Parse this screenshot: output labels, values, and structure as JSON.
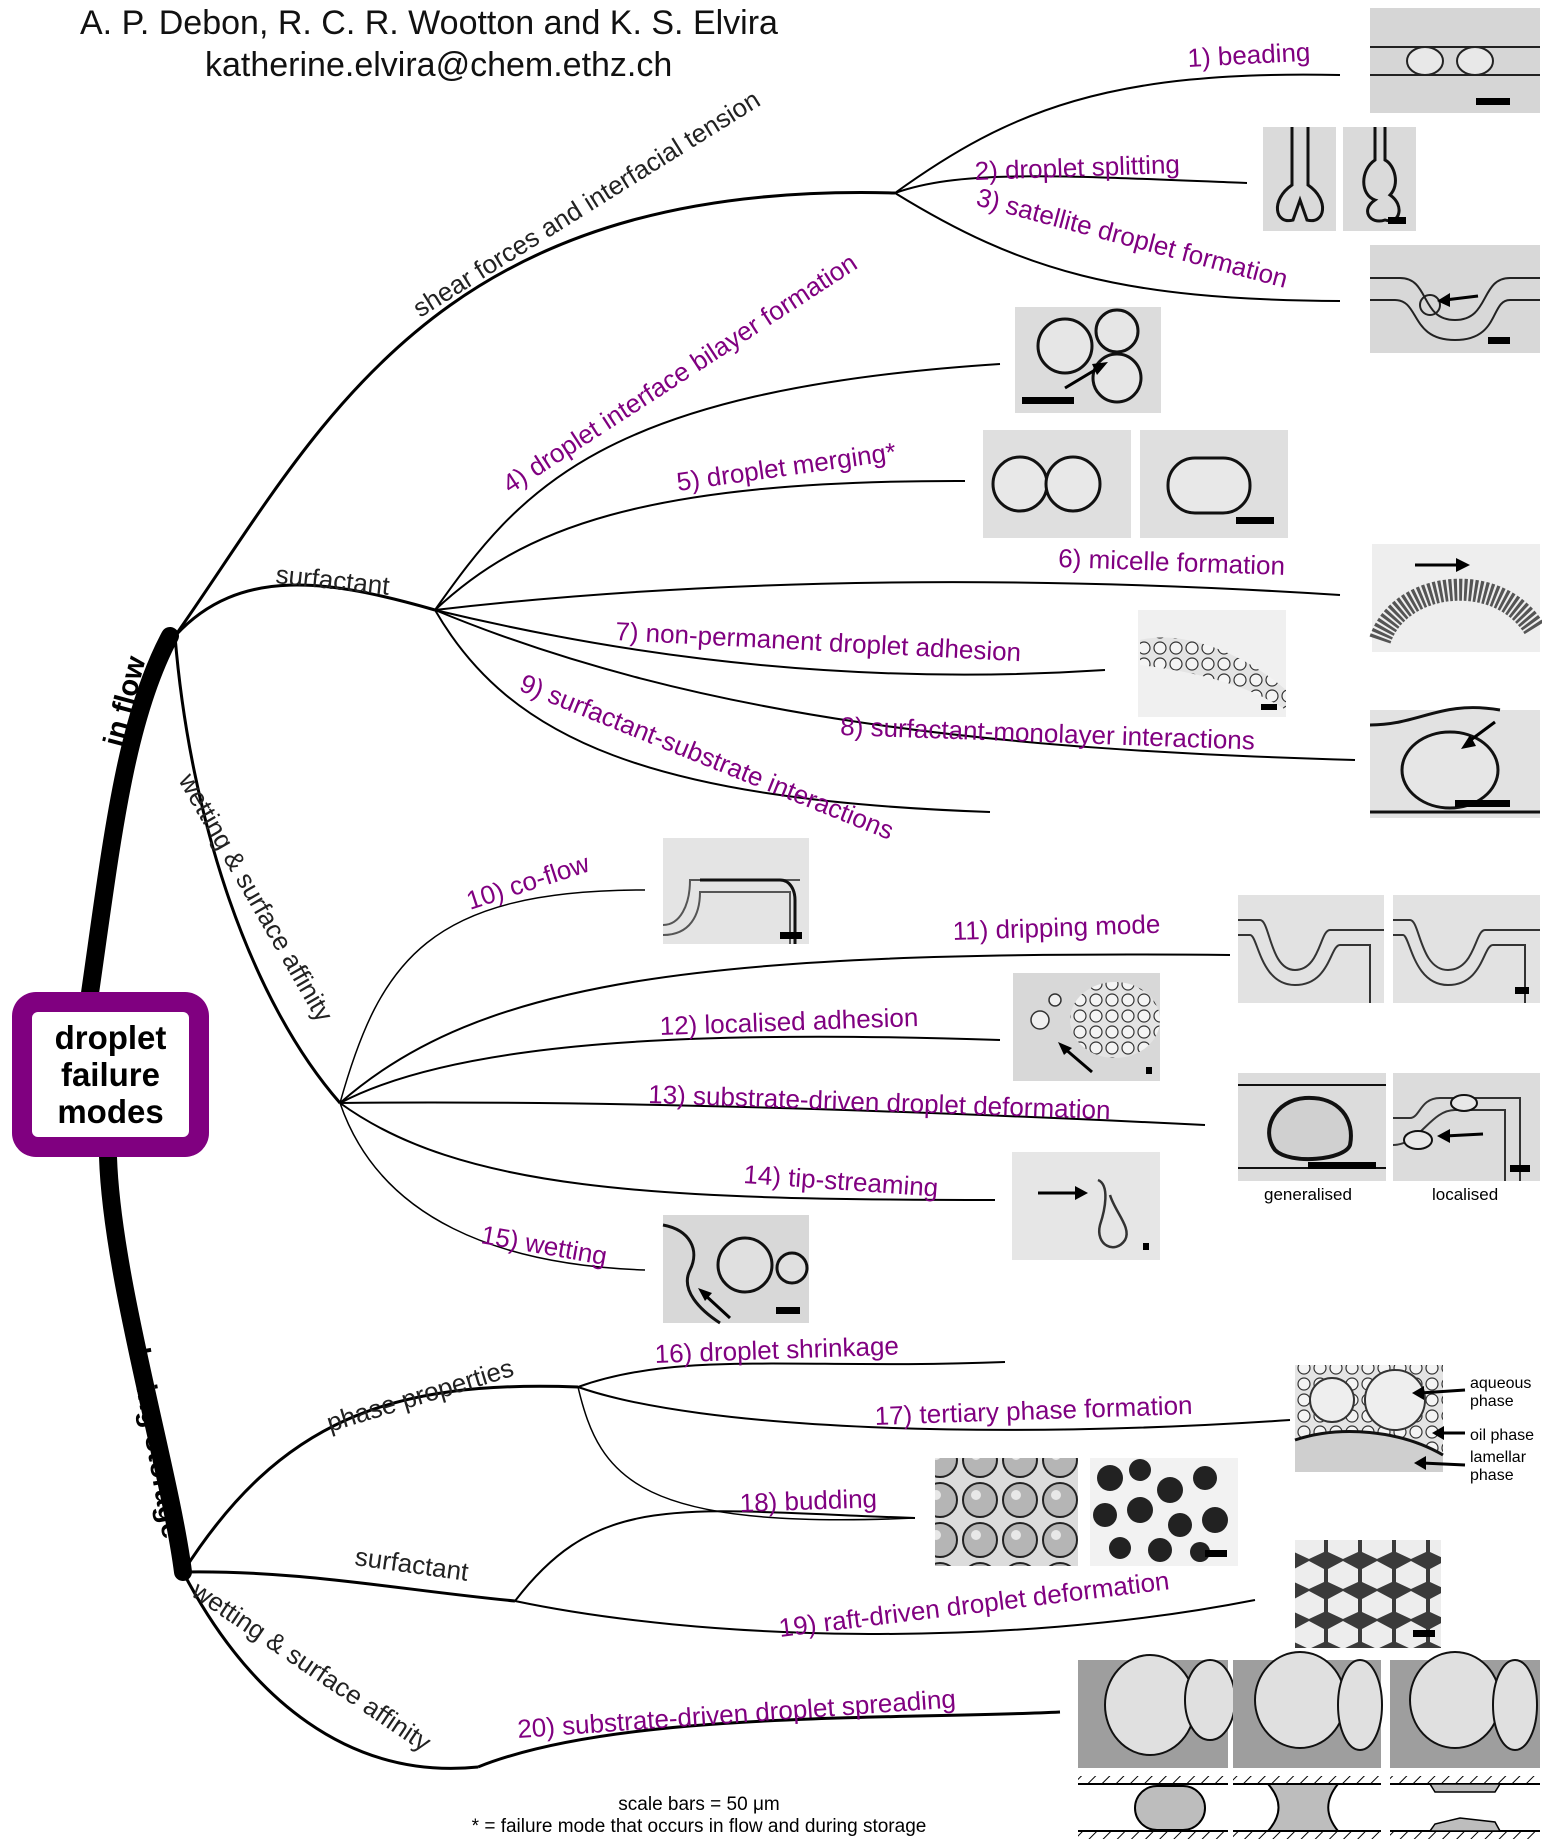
{
  "authors": "A. P. Debon, R. C. R. Wootton and K. S. Elvira",
  "email": "katherine.elvira@chem.ethz.ch",
  "root": {
    "line1": "droplet",
    "line2": "failure",
    "line3": "modes"
  },
  "branches": {
    "in_flow": "in flow",
    "during_storage": "during storage"
  },
  "categories": {
    "shear": "shear forces and interfacial tension",
    "surfactant_flow": "surfactant",
    "wetting_flow": "wetting & surface affinity",
    "phase": "phase properties",
    "surfactant_storage": "surfactant",
    "wetting_storage": "wetting & surface affinity"
  },
  "modes": {
    "m1": "1) beading",
    "m2": "2) droplet splitting",
    "m3": "3) satellite droplet formation",
    "m4": "4) droplet interface bilayer formation",
    "m5": "5) droplet merging*",
    "m6": "6) micelle formation",
    "m7": "7) non-permanent droplet adhesion",
    "m8": "8) surfactant-monolayer interactions",
    "m9": "9) surfactant-substrate interactions",
    "m10": "10) co-flow",
    "m11": "11) dripping mode",
    "m12": "12) localised adhesion",
    "m13": "13) substrate-driven droplet deformation",
    "m14": "14) tip-streaming",
    "m15": "15) wetting",
    "m16": "16) droplet shrinkage",
    "m17": "17) tertiary phase formation",
    "m18": "18) budding",
    "m19": "19) raft-driven droplet deformation",
    "m20": "20) substrate-driven droplet spreading"
  },
  "image_labels": {
    "generalised": "generalised",
    "localised": "localised",
    "aqueous": "aqueous phase",
    "aqueous_1": "aqueous",
    "aqueous_2": "phase",
    "oil": "oil phase",
    "lamellar_1": "lamellar",
    "lamellar_2": "phase"
  },
  "footer": {
    "scale": "scale bars = 50 μm",
    "asterisk": "* = failure mode that occurs in flow and during storage"
  },
  "colors": {
    "mode_text": "#800080",
    "branch_text": "#222222",
    "accent": "#800080"
  }
}
